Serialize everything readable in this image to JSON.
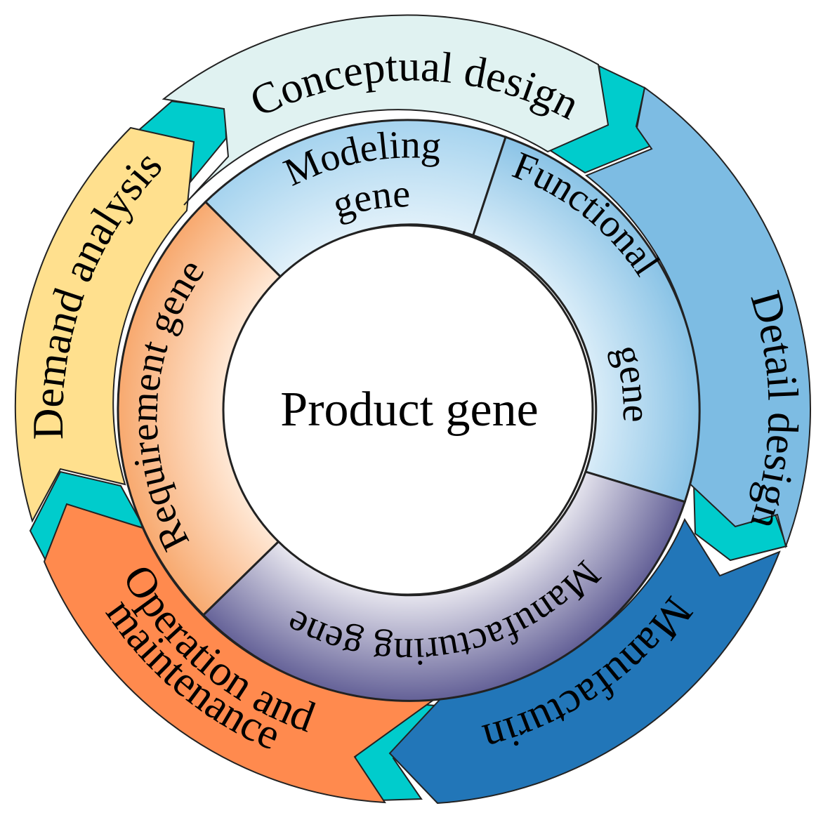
{
  "center": {
    "label": "Product gene"
  },
  "stages": [
    {
      "id": "demand-analysis",
      "label": "Demand analysis",
      "color": "#FFE08E"
    },
    {
      "id": "conceptual-design",
      "label": "Conceptual design",
      "color": "#E0F2F1"
    },
    {
      "id": "detail-design",
      "label": "Detail design",
      "color": "#7DBCE3"
    },
    {
      "id": "manufacturing",
      "label": "Manufacturing",
      "color": "#2276B8"
    },
    {
      "id": "operation-maintenance",
      "label_line1": "Operation and",
      "label_line2": "maintenance",
      "color": "#FF8A4E"
    }
  ],
  "genes": [
    {
      "id": "modeling",
      "label_line1": "Modeling",
      "label_line2": "gene"
    },
    {
      "id": "functional",
      "label_line1": "Functional",
      "label_line2": "gene"
    },
    {
      "id": "manufacturing",
      "label": "Manufacturing gene"
    },
    {
      "id": "requirement",
      "label": "Requirement gene"
    }
  ],
  "colors": {
    "connector": "#00CCCC",
    "outline": "#222222"
  }
}
